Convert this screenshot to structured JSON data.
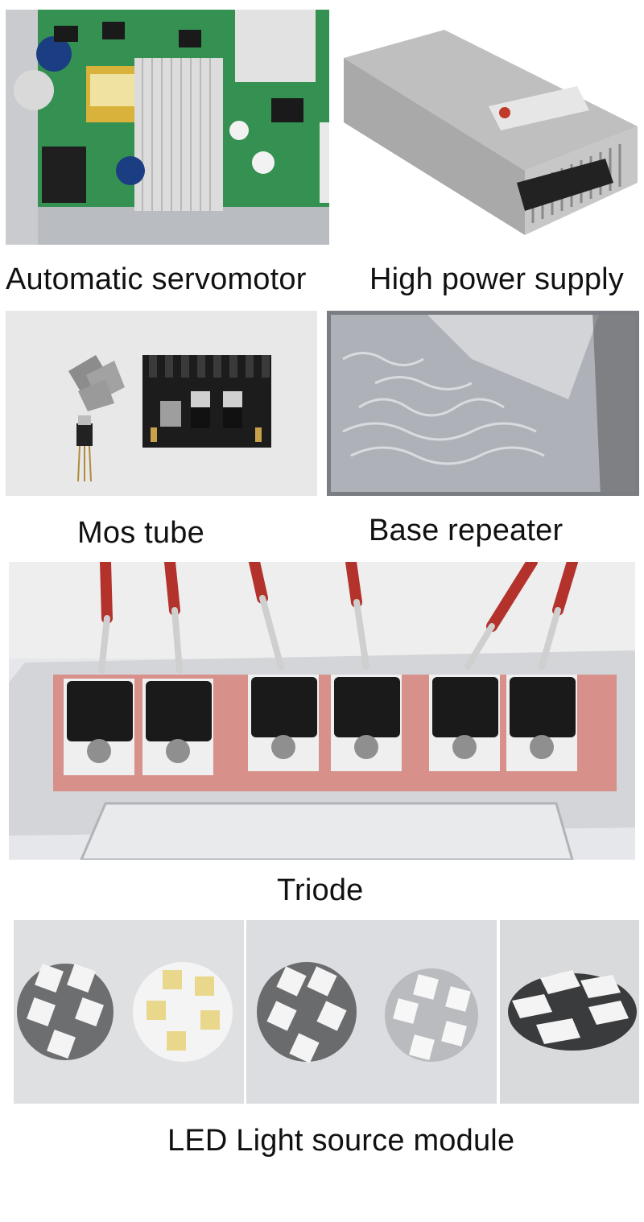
{
  "captions": {
    "servomotor": "Automatic servomotor",
    "power_supply": "High power supply",
    "mos_tube": "Mos tube",
    "base_repeater": "Base repeater",
    "triode": "Triode",
    "led_module": "LED Light source module"
  },
  "images": {
    "servomotor": "circuit-board-photo",
    "power_supply": "power-supply-photo",
    "mos_tube": "mos-tube-components-photo",
    "base_repeater": "aluminum-housing-photo",
    "triode": "triode-heatsink-photo",
    "led_a": "led-board-pair-photo",
    "led_b": "led-board-assembled-photo",
    "led_c": "led-board-angled-photo"
  }
}
